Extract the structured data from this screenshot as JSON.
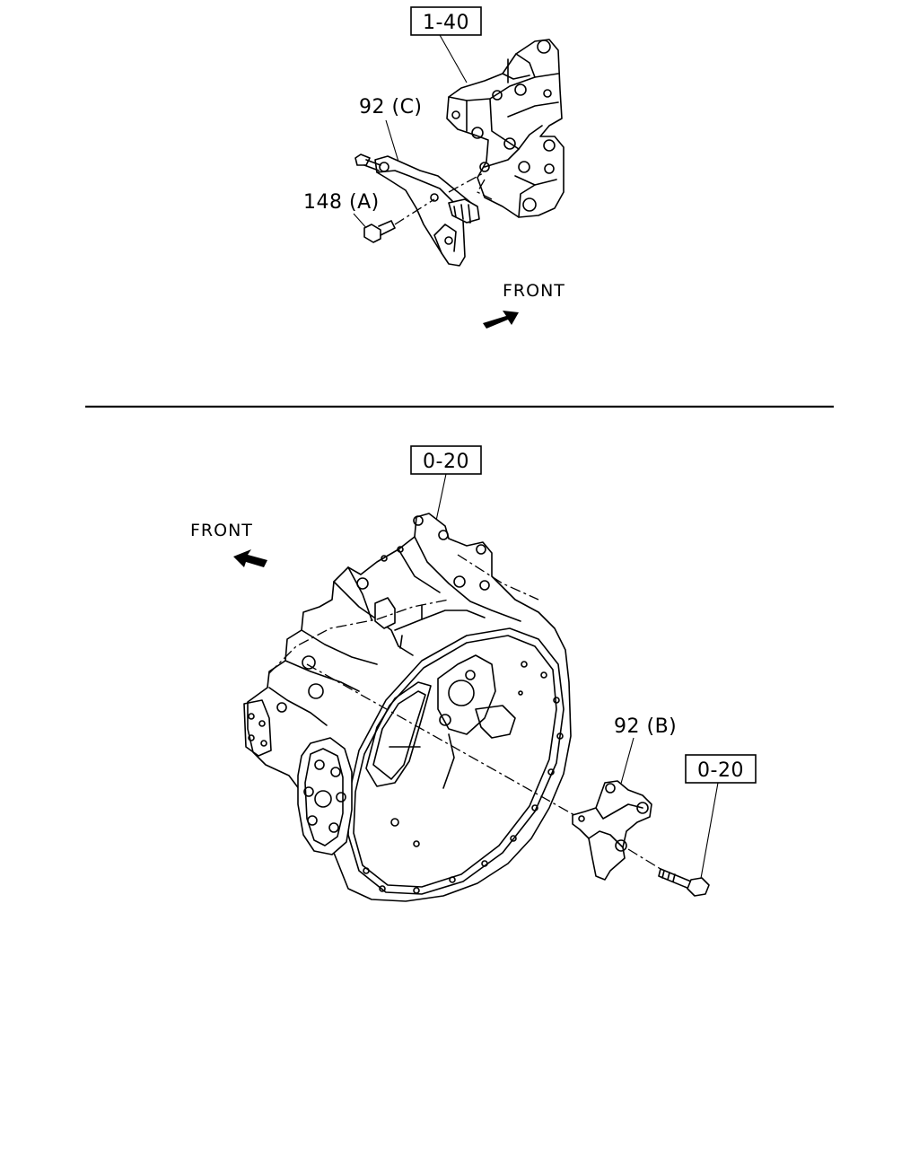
{
  "top": {
    "ref_box": "1-40",
    "callout_bracket": "92 (C)",
    "callout_bolt": "148 (A)",
    "front_label": "FRONT"
  },
  "bottom": {
    "ref_box_housing": "0-20",
    "ref_box_bolt": "0-20",
    "callout_bracket": "92 (B)",
    "front_label": "FRONT"
  },
  "colors": {
    "line": "#000000",
    "background": "#ffffff"
  },
  "icons": [
    "front-arrow-icon",
    "front-arrow-icon"
  ]
}
